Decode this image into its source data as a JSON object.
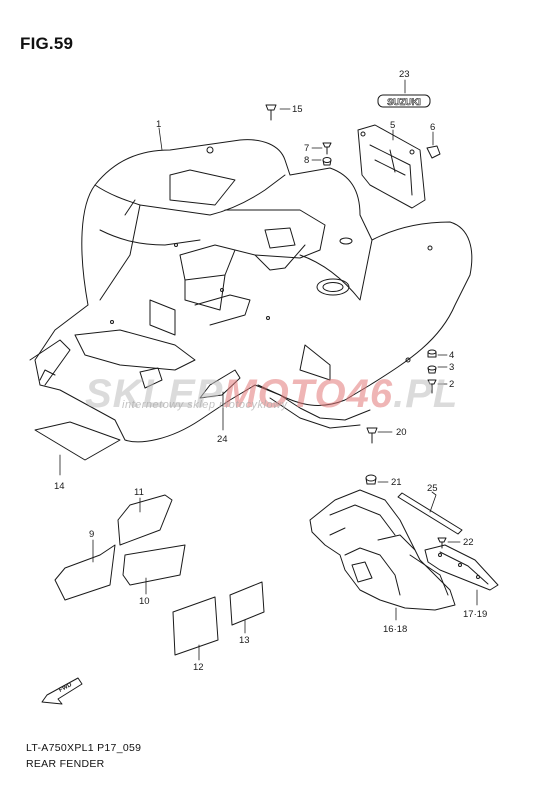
{
  "figure": {
    "title": "FIG.59"
  },
  "footer": {
    "code": "LT-A750XPL1 P17_059",
    "name": "REAR FENDER"
  },
  "watermark": {
    "brand_a": "SKLEP",
    "brand_b": "MOTO46",
    "brand_c": ".PL",
    "tagline": "internetowy sklep motocyklowy"
  },
  "emblem": {
    "text": "SUZUKI"
  },
  "direction_marker": {
    "text": "FWD"
  },
  "callouts": {
    "c1": "1",
    "c2": "2",
    "c3": "3",
    "c4": "4",
    "c5": "5",
    "c6": "6",
    "c7": "7",
    "c8": "8",
    "c9": "9",
    "c10": "10",
    "c11": "11",
    "c12": "12",
    "c13": "13",
    "c14": "14",
    "c15": "15",
    "c16_18": "16·18",
    "c17_19": "17·19",
    "c20": "20",
    "c21": "21",
    "c22": "22",
    "c23": "23",
    "c24": "24",
    "c25": "25"
  },
  "colors": {
    "line": "#1a1a1a",
    "background": "#ffffff"
  }
}
